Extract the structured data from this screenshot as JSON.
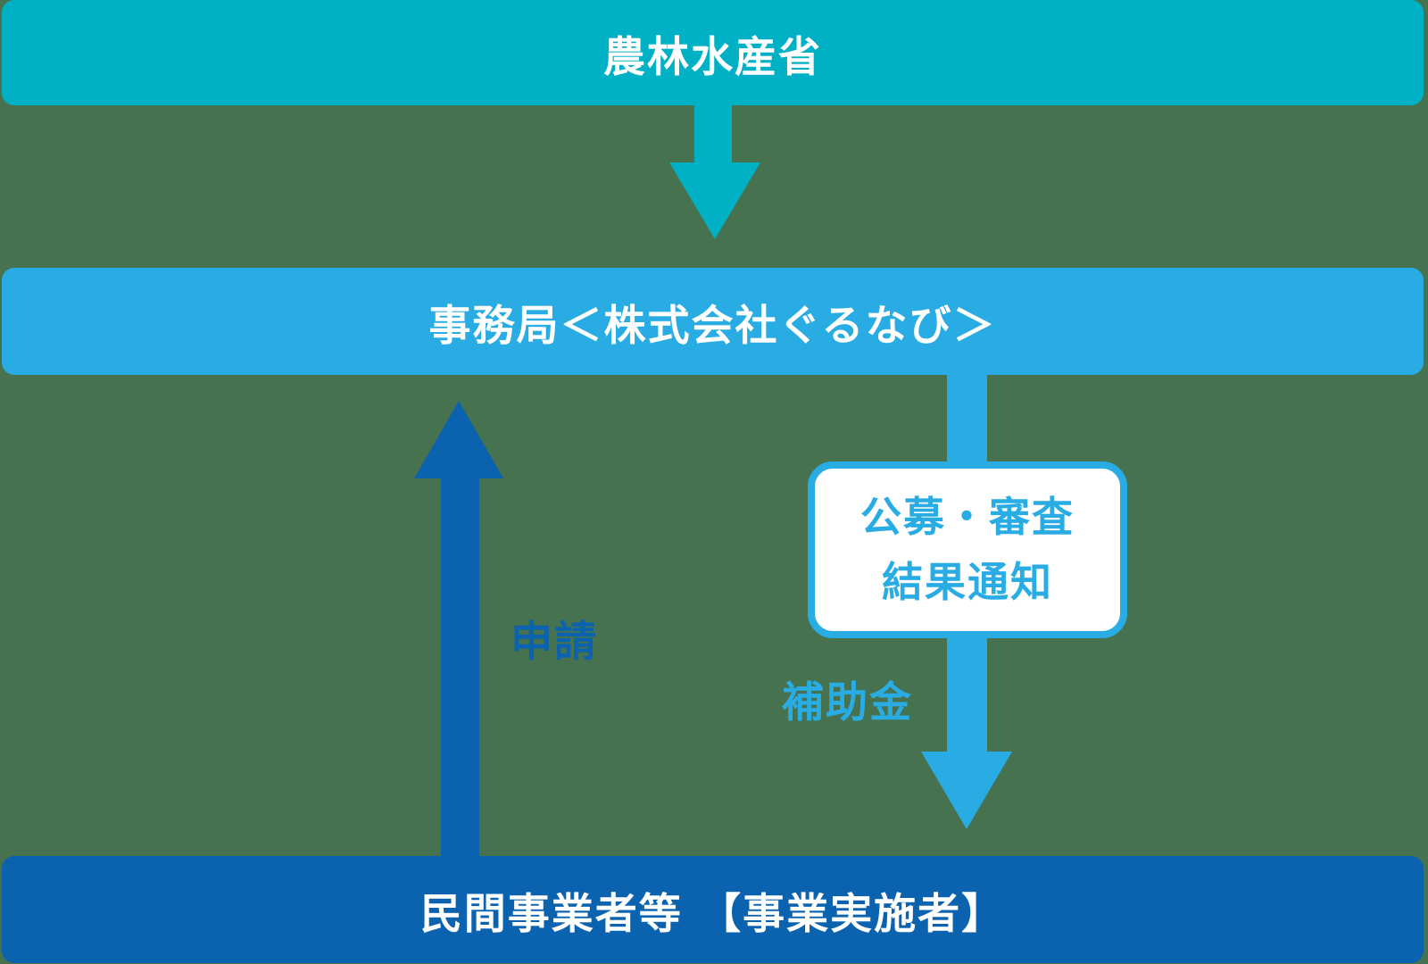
{
  "colors": {
    "background": "#47724f",
    "teal": "#00b1c5",
    "light_blue": "#29ace4",
    "dark_blue": "#0b62af",
    "white": "#ffffff"
  },
  "nodes": {
    "ministry": "農林水産省",
    "secretariat": "事務局＜株式会社ぐるなび＞",
    "operator": "民間事業者等 【事業実施者】"
  },
  "labels": {
    "application": "申請",
    "subsidy": "補助金",
    "notice_line1": "公募・審査",
    "notice_line2": "結果通知"
  }
}
